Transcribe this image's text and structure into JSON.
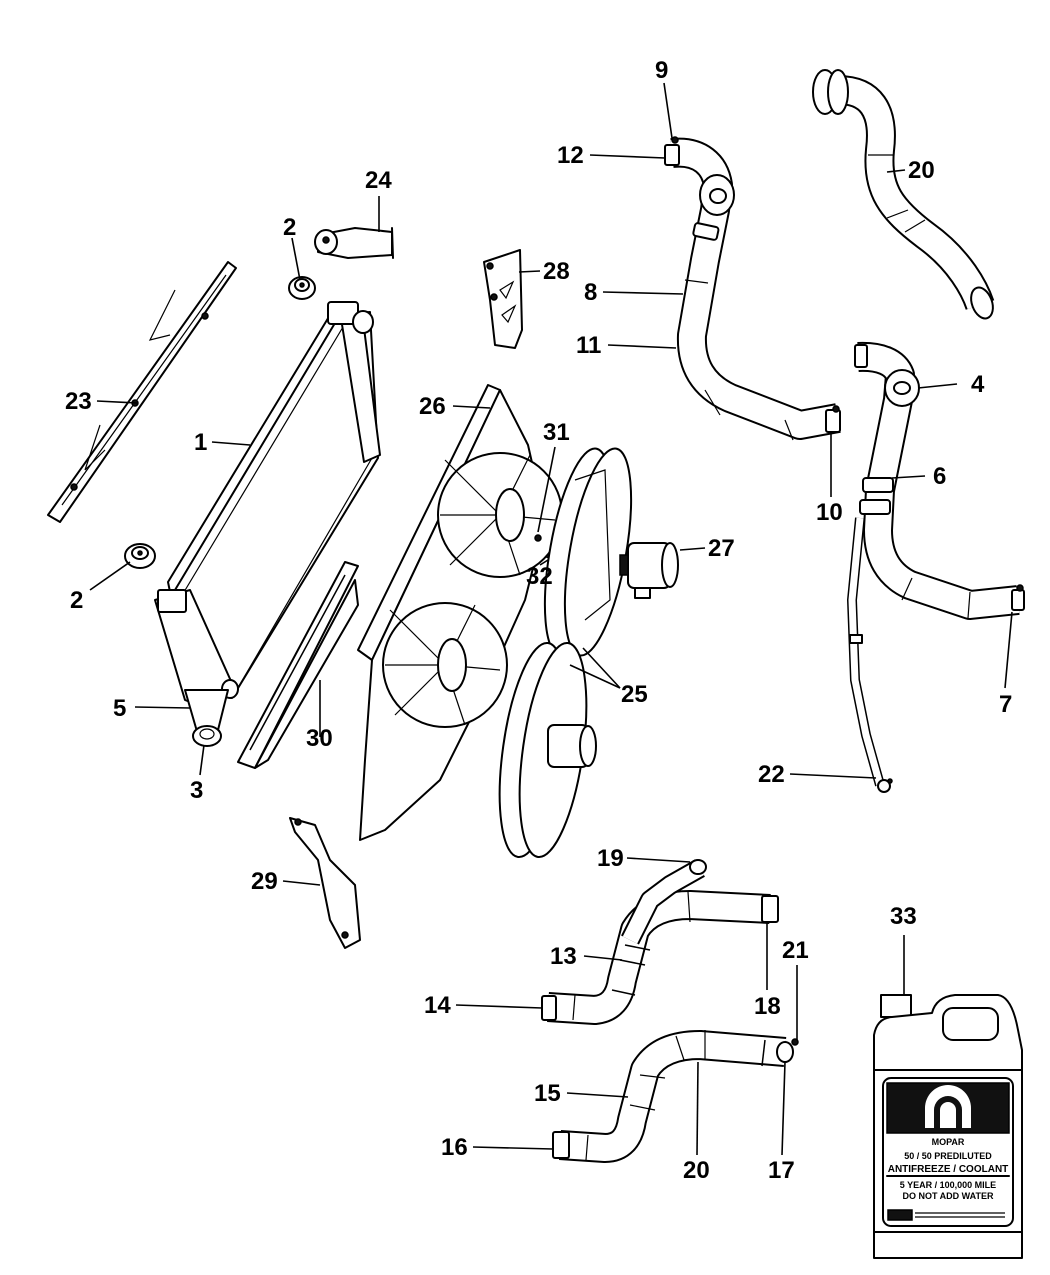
{
  "diagram": {
    "title": "Radiator, Cooling Fan and Coolant Hoses - Exploded Parts View",
    "callouts": [
      {
        "id": "1",
        "part": "radiator"
      },
      {
        "id": "2",
        "part": "radiator-isolator-upper"
      },
      {
        "id": "2",
        "part": "radiator-isolator-lower"
      },
      {
        "id": "3",
        "part": "radiator-lower-isolator"
      },
      {
        "id": "4",
        "part": "hose-clamp-connector"
      },
      {
        "id": "5",
        "part": "radiator-bracket"
      },
      {
        "id": "6",
        "part": "hose-connector"
      },
      {
        "id": "7",
        "part": "hose-clamp"
      },
      {
        "id": "8",
        "part": "radiator-upper-hose"
      },
      {
        "id": "9",
        "part": "hose-clamp"
      },
      {
        "id": "10",
        "part": "hose-clamp"
      },
      {
        "id": "11",
        "part": "hose"
      },
      {
        "id": "12",
        "part": "hose-clamp"
      },
      {
        "id": "13",
        "part": "radiator-lower-hose"
      },
      {
        "id": "14",
        "part": "hose-clamp"
      },
      {
        "id": "15",
        "part": "hose"
      },
      {
        "id": "16",
        "part": "hose-clamp"
      },
      {
        "id": "17",
        "part": "hose-clamp"
      },
      {
        "id": "18",
        "part": "hose-clamp"
      },
      {
        "id": "19",
        "part": "hose-clamp"
      },
      {
        "id": "20",
        "part": "radiator-hose"
      },
      {
        "id": "20",
        "part": "radiator-hose-lower"
      },
      {
        "id": "21",
        "part": "hose-clamp"
      },
      {
        "id": "22",
        "part": "overflow-hose-clamp"
      },
      {
        "id": "23",
        "part": "air-seal-upper"
      },
      {
        "id": "24",
        "part": "radiator-upper-bracket"
      },
      {
        "id": "25",
        "part": "fan-shroud"
      },
      {
        "id": "26",
        "part": "fan-module"
      },
      {
        "id": "27",
        "part": "fan-motor"
      },
      {
        "id": "28",
        "part": "bracket"
      },
      {
        "id": "29",
        "part": "air-deflector-bracket"
      },
      {
        "id": "30",
        "part": "air-seal-side"
      },
      {
        "id": "31",
        "part": "nut"
      },
      {
        "id": "32",
        "part": "screw"
      },
      {
        "id": "33",
        "part": "coolant-jug"
      }
    ],
    "coolant_label": {
      "brand": "MOPAR",
      "line1": "50 / 50 PREDILUTED",
      "line2": "ANTIFREEZE / COOLANT",
      "line3": "5 YEAR / 100,000 MILE",
      "line4": "DO NOT ADD WATER"
    }
  }
}
